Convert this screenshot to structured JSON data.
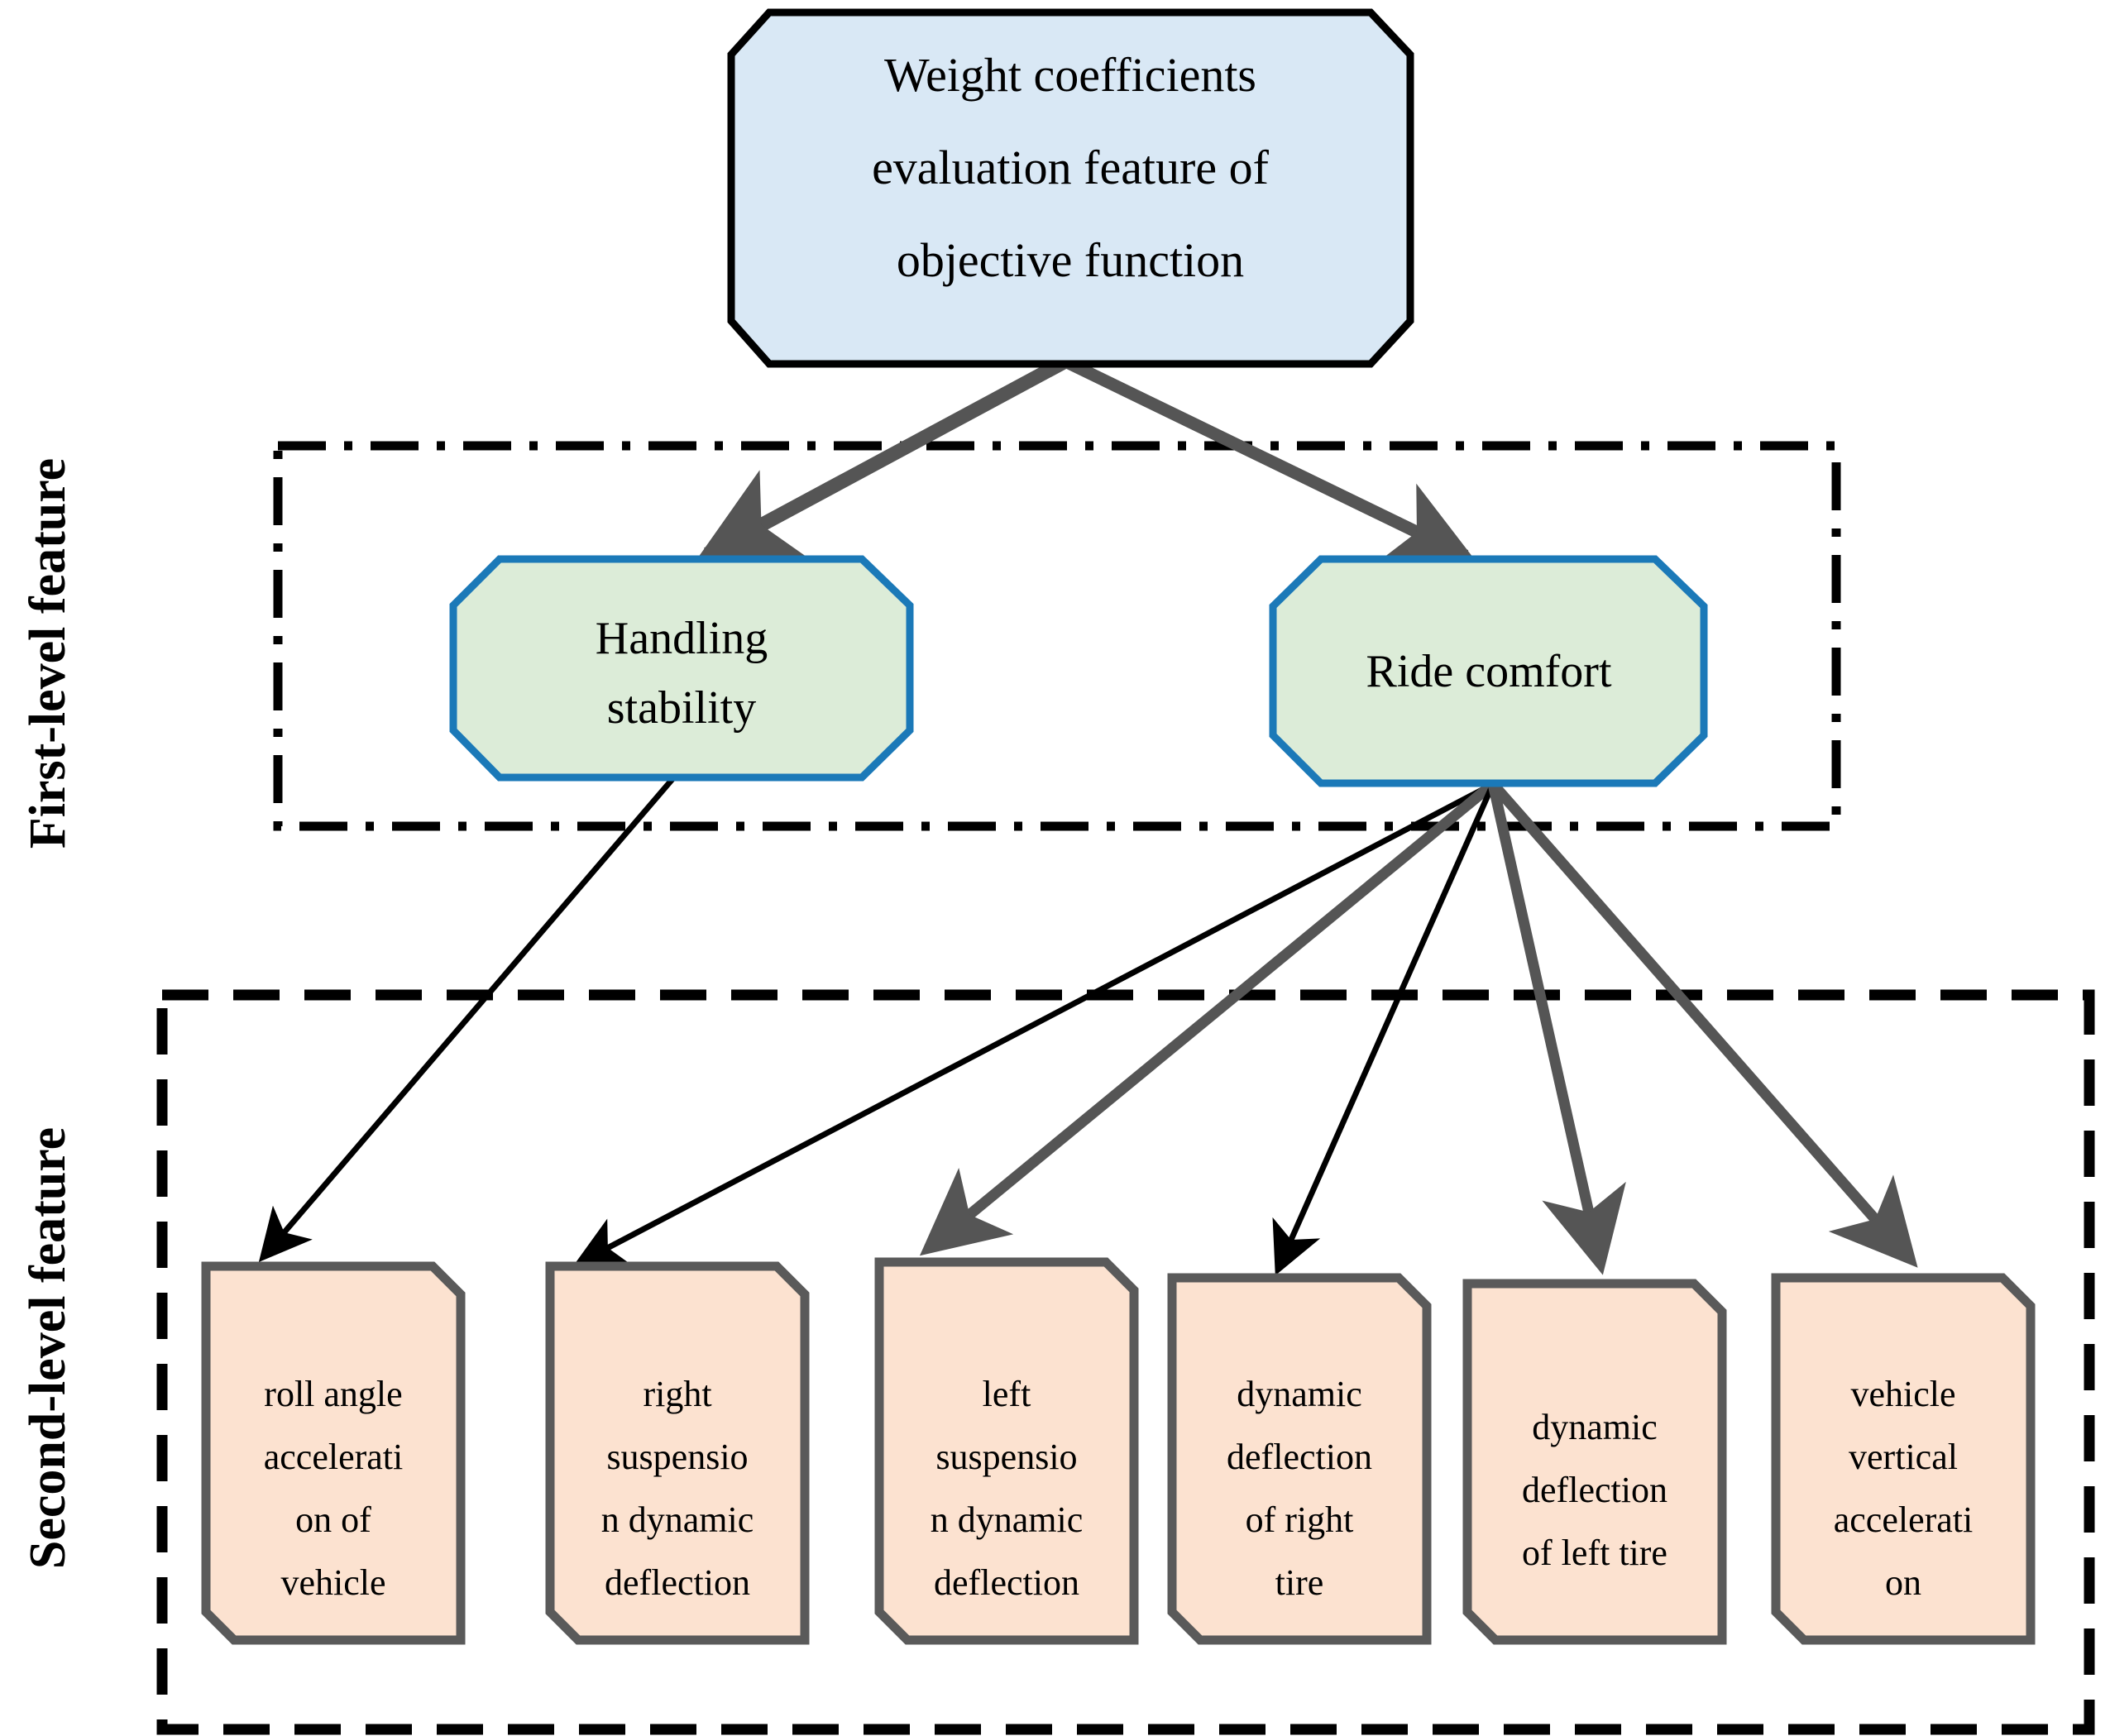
{
  "diagram": {
    "title_node": {
      "label_lines": [
        "Weight coefficients",
        "evaluation feature  of",
        "objective function"
      ],
      "fill": "#d9e8f5",
      "stroke": "#000000"
    },
    "side_labels": [
      {
        "text": "First-level feature"
      },
      {
        "text": "Second-level feature"
      }
    ],
    "groups": [
      {
        "name": "first-level-group",
        "border_style": "dash-dot",
        "stroke": "#000000"
      },
      {
        "name": "second-level-group",
        "border_style": "dashed",
        "stroke": "#000000"
      }
    ],
    "level1_nodes": [
      {
        "label_lines": [
          "Handling",
          "stability"
        ],
        "fill": "#dcecd8",
        "stroke": "#1b79b8"
      },
      {
        "label_lines": [
          "Ride comfort"
        ],
        "fill": "#dcecd8",
        "stroke": "#1b79b8"
      }
    ],
    "level2_nodes": [
      {
        "label_lines": [
          "roll angle",
          "accelerati",
          "on of",
          "vehicle"
        ],
        "fill": "#fce2d0",
        "stroke": "#5a5a5a"
      },
      {
        "label_lines": [
          "right",
          "suspensio",
          "n dynamic",
          "deflection"
        ],
        "fill": "#fce2d0",
        "stroke": "#5a5a5a"
      },
      {
        "label_lines": [
          "left",
          "suspensio",
          "n dynamic",
          "deflection"
        ],
        "fill": "#fce2d0",
        "stroke": "#5a5a5a"
      },
      {
        "label_lines": [
          "dynamic",
          "deflection",
          "of right",
          "tire"
        ],
        "fill": "#fce2d0",
        "stroke": "#5a5a5a"
      },
      {
        "label_lines": [
          "dynamic",
          "deflection",
          "of left tire"
        ],
        "fill": "#fce2d0",
        "stroke": "#5a5a5a"
      },
      {
        "label_lines": [
          "vehicle",
          "vertical",
          "accelerati",
          "on"
        ],
        "fill": "#fce2d0",
        "stroke": "#5a5a5a"
      }
    ],
    "edges": [
      {
        "from": "title",
        "to": "handling-stability",
        "color": "#555555",
        "weight": "thick"
      },
      {
        "from": "title",
        "to": "ride-comfort",
        "color": "#555555",
        "weight": "thick"
      },
      {
        "from": "handling-stability",
        "to": "roll-angle-acceleration-of-vehicle",
        "color": "#000000",
        "weight": "thin"
      },
      {
        "from": "ride-comfort",
        "to": "right-suspension-dynamic-deflection",
        "color": "#000000",
        "weight": "thin"
      },
      {
        "from": "ride-comfort",
        "to": "left-suspension-dynamic-deflection",
        "color": "#555555",
        "weight": "thick"
      },
      {
        "from": "ride-comfort",
        "to": "dynamic-deflection-of-right-tire",
        "color": "#000000",
        "weight": "thin"
      },
      {
        "from": "ride-comfort",
        "to": "dynamic-deflection-of-left-tire",
        "color": "#555555",
        "weight": "thick"
      },
      {
        "from": "ride-comfort",
        "to": "vehicle-vertical-acceleration",
        "color": "#555555",
        "weight": "thick"
      }
    ]
  }
}
